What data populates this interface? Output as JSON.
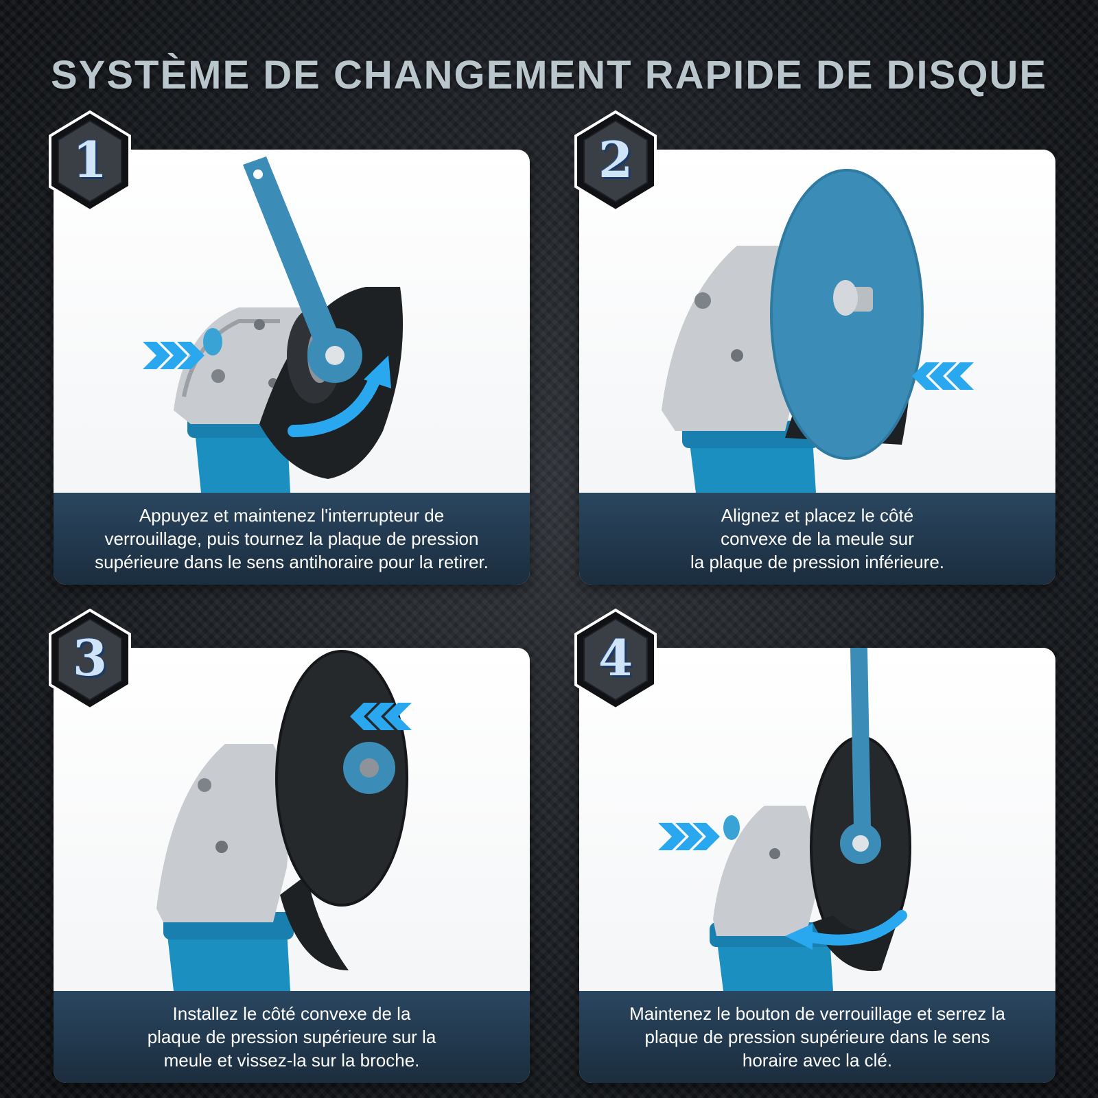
{
  "title": "SYSTÈME DE CHANGEMENT RAPIDE DE DISQUE",
  "steps": [
    {
      "number": "1",
      "caption": "Appuyez et maintenez l'interrupteur de\nverrouillage, puis tournez la plaque de pression\nsupérieure dans le sens antihoraire pour la retirer."
    },
    {
      "number": "2",
      "caption": "Alignez et placez le côté\nconvexe de la meule sur\nla plaque de pression inférieure."
    },
    {
      "number": "3",
      "caption": "Installez le côté convexe de la\nplaque de pression supérieure sur la\nmeule et vissez-la sur la broche."
    },
    {
      "number": "4",
      "caption": "Maintenez le bouton de verrouillage et serrez la\nplaque de pression supérieure dans le sens\nhoraire avec la clé."
    }
  ],
  "icons": {
    "step_badge": "hexagon-number-badge",
    "push_arrow": "chevron-arrows-icon",
    "rotate_arrow": "curved-arrow-icon",
    "tool": "angle-grinder-icon",
    "wrench": "spanner-wrench-icon",
    "disc": "grinding-disc-icon"
  },
  "colors": {
    "background": "#15181c",
    "tool_blue": "#1c8fc1",
    "accent_arrow": "#2aa8ef",
    "caption_bg": "#22384e",
    "title_text": "#b9c6cc"
  }
}
